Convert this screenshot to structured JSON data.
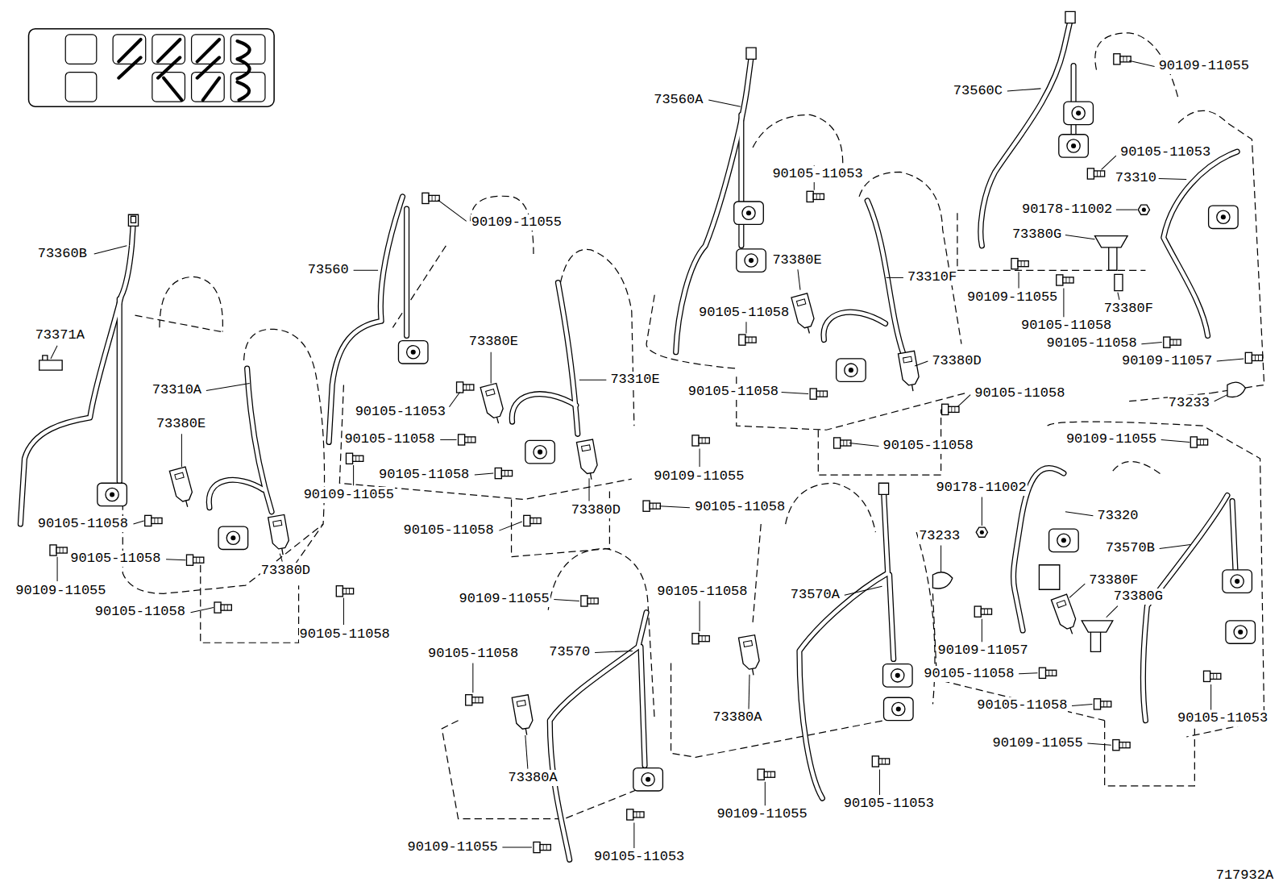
{
  "diagram": {
    "labels": [
      "73360B",
      "73371A",
      "73310A",
      "73380E",
      "90105-11058",
      "90105-11058",
      "90109-11055",
      "90105-11058",
      "73380D",
      "90105-11058",
      "90109-11055",
      "73560",
      "73380E",
      "73310E",
      "90105-11053",
      "90105-11058",
      "90105-11058",
      "90109-11055",
      "73380D",
      "90105-11058",
      "90105-11058",
      "73560A",
      "90105-11053",
      "73380E",
      "73310F",
      "90105-11058",
      "73380D",
      "90105-11058",
      "90105-11058",
      "90105-11058",
      "90109-11055",
      "73560C",
      "90109-11055",
      "90105-11053",
      "73310",
      "90178-11002",
      "73380G",
      "90109-11055",
      "73380F",
      "90105-11058",
      "90105-11058",
      "90109-11057",
      "73233",
      "90109-11055",
      "90178-11002",
      "73320",
      "73233",
      "73570B",
      "73380F",
      "73380G",
      "90109-11057",
      "90105-11058",
      "90105-11058",
      "90105-11053",
      "90109-11055",
      "90109-11055",
      "73570",
      "90105-11058",
      "73380A",
      "90109-11055",
      "90105-11053",
      "90105-11058",
      "73570A",
      "73380A",
      "90109-11055",
      "90105-11053",
      "717932A"
    ]
  }
}
